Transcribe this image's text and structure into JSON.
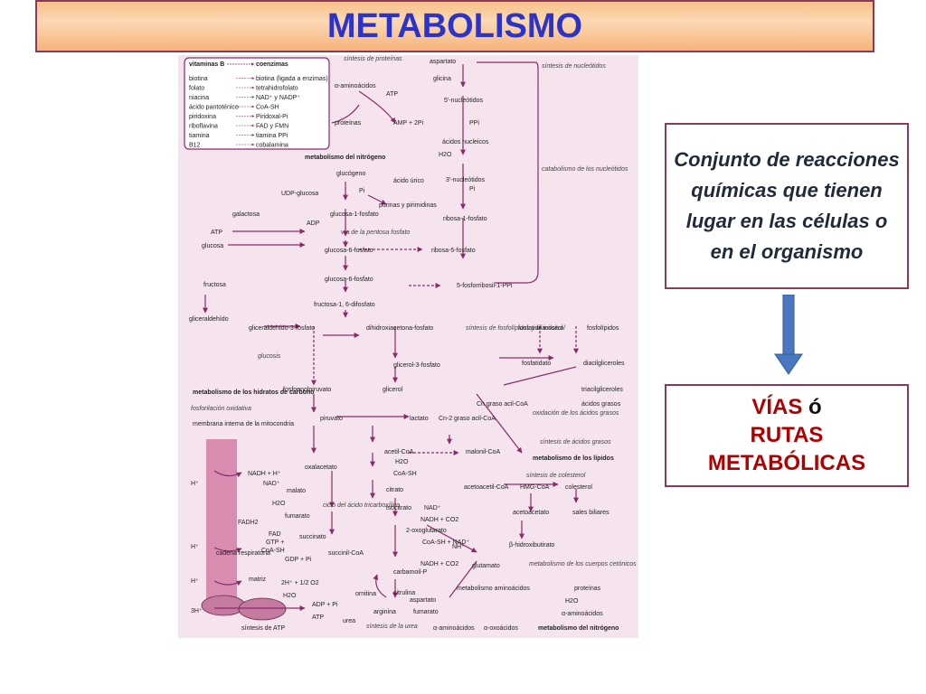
{
  "title": "METABOLISMO",
  "definition": "Conjunto de reacciones químicas que tienen lugar en las células o en el organismo",
  "vias": {
    "line1": "VÍAS",
    "o": "ó",
    "line2": "RUTAS",
    "line3": "METABÓLICAS"
  },
  "colors": {
    "title_text": "#2b33c8",
    "border": "#8a3a55",
    "accent_red": "#b00000",
    "arrow_blue": "#4a78c0",
    "map_bg": "#f5e4ee",
    "pathway": "#8a2a6a"
  },
  "map": {
    "vitamins_header": "vitaminas B",
    "coenzymes_header": "coenzimas",
    "vitamins": [
      [
        "biotina",
        "biotina (ligada a enzimas)"
      ],
      [
        "folato",
        "tetrahidrofolato"
      ],
      [
        "niacina",
        "NAD⁺ y NADP⁺"
      ],
      [
        "ácido pantoténico",
        "CoA-SH"
      ],
      [
        "piridoxina",
        "Piridoxal-Pi"
      ],
      [
        "riboflavina",
        "FAD y FMN"
      ],
      [
        "tiamina",
        "tiamina PPi"
      ],
      [
        "B12",
        "cobalamina"
      ]
    ],
    "labels": {
      "sintesis_proteinas": "síntesis de proteínas",
      "alfa_aminoacidos": "α-aminoácidos",
      "atp": "ATP",
      "proteinas": "proteínas",
      "amp": "AMP + 2Pi",
      "aspartato": "aspartato",
      "glicina": "glicina",
      "cinco_nucleotidos": "5'-nucleótidos",
      "ppi": "PPi",
      "acidos_nucleicos": "ácidos nucleicos",
      "h2o": "H2O",
      "tres_nucleotidos": "3'-nucleótidos",
      "pi": "Pi",
      "sintesis_nucleotidos": "síntesis de nucleótidos",
      "catabolismo_nucleotidos": "catabolismo de los nucleótidos",
      "metabolismo_nitrogeno": "metabolismo del nitrógeno",
      "glucogeno": "glucógeno",
      "udp_glucosa": "UDP-glucosa",
      "acido_urico": "ácido úrico",
      "purinas": "purinas y pirimidinas",
      "ribosa1": "ribosa-1-fosfato",
      "galactosa": "galactosa",
      "adp": "ADP",
      "glucosa1": "glucosa-1-fosfato",
      "via_pentosa": "vía de la pentosa fosfato",
      "glucosa": "glucosa",
      "glucosa6": "glucosa-6-fosfato",
      "ribosa5": "ribosa-5-fosfato",
      "fructosa": "fructosa",
      "fructosa16": "fructosa-1, 6-difosfato",
      "fosforribosil": "5-fosforribosil-1-PPi",
      "gliceraldehido": "gliceraldehído",
      "gliceraldehido3": "gliceraldehído-3-fosfato",
      "dihidroxiacetona": "dihidroxiacetona-fosfato",
      "sintesis_fosfolipidos": "síntesis de fosfolípidos y triacilcerol",
      "fosfatidil": "fosfatidil inositol",
      "fosfolipidos": "fosfolípidos",
      "glucosis": "glucosis",
      "glicerol3": "glicerol-3-fosfato",
      "fosfatidato": "fosfatidato",
      "diacilgliceroles": "diacilgliceroles",
      "triacilgliceroles": "triacilgliceroles",
      "fosfoenolpiruvato": "fosfoenolpiruvato",
      "glicerol": "glicerol",
      "cn_graso": "Cn graso acil-CoA",
      "acidos_grasos": "ácidos grasos",
      "metab_hidratos": "metabolismo de los hidratos de carbono",
      "fosforilacion": "fosforilación oxidativa",
      "membrana": "membrana interna de la mitocondria",
      "piruvato": "piruvato",
      "lactato": "lactato",
      "cn2": "Cn-2",
      "graso_acil": "graso acil-CoA",
      "oxidacion": "oxidación de los ácidos grasos",
      "acetil_coa": "acetil-CoA",
      "malonil": "malonil-CoA",
      "sintesis_acidos_grasos": "síntesis de ácidos grasos",
      "metab_lipidos": "metabolismo de los lípidos",
      "nadh_h": "NADH + H⁺",
      "nad": "NAD⁺",
      "oxalacetato": "oxalacetato",
      "coa_sh": "CoA-SH",
      "malato": "malato",
      "citrato": "citrato",
      "acetoacetil": "acetoacetil-CoA",
      "hmg": "HMG-CoA",
      "colesterol": "colesterol",
      "sintesis_colesterol": "síntesis de colesterol",
      "fumarato": "fumarato",
      "ciclo": "ciclo del ácido tricarboxílico",
      "isocitrato": "isocitrato",
      "nadh_co2": "NADH + CO2",
      "acetoacetato": "acetoacetato",
      "sales_biliares": "sales biliares",
      "fadh2": "FADH2",
      "fad": "FAD",
      "succinato": "succinato",
      "oxoglutarato": "2-oxoglutarato",
      "gtp": "GTP +",
      "coa_sh_nad": "CoA-SH + NAD⁺",
      "nh": "NH⁺",
      "hidroxibutirato": "β-hidroxibutirato",
      "succinil": "succinil-CoA",
      "gdp": "GDP + Pi",
      "glutamato": "glutamato",
      "cadena": "cadena respiratoria",
      "carbamoil": "carbamoil-P",
      "metab_cuerpos": "metabolismo de los cuerpos cetónicos",
      "matriz": "matriz",
      "dos_h": "2H⁺ + 1/2 O2",
      "ornitina": "ornitina",
      "citrulina": "citrulina",
      "metab_aminoacidos": "metabolismo aminoácidos",
      "proteinas2": "proteínas",
      "adp_pi": "ADP + Pi",
      "arginina": "arginina",
      "fumarato2": "fumarato",
      "alfa_amino2": "α-aminoácidos",
      "tres_h": "3H⁺",
      "urea": "urea",
      "sintesis_urea": "síntesis de la urea",
      "alfa_amino3": "α-aminoácidos",
      "alfa_oxo": "α-oxoácidos",
      "sintesis_atp": "síntesis de ATP",
      "metab_nitrogeno2": "metabolismo del nitrógeno",
      "h_plus": "H⁺"
    }
  }
}
